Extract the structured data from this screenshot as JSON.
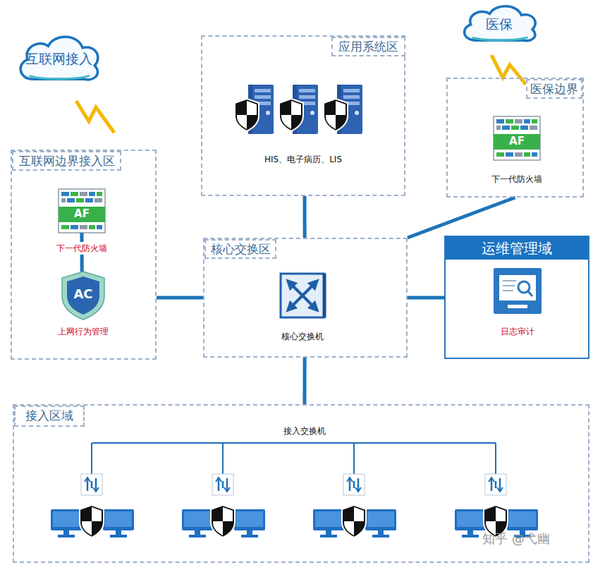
{
  "diagram": {
    "nodes": [
      {
        "text": [
          "互联网接入"
        ]
      },
      {
        "text": [
          "应用系统区",
          "HIS、电子病历、LIS"
        ]
      },
      {
        "text": [
          "医保"
        ]
      },
      {
        "text": [
          "医保边界"
        ]
      },
      {
        "text": [
          "AF",
          "下一代防火墙"
        ],
        "in": 3
      },
      {
        "text": [
          "互联网边界接入区"
        ]
      },
      {
        "text": [
          "AF",
          "下一代防火墙"
        ],
        "in": 5
      },
      {
        "text": [
          "AC",
          "上网行为管理"
        ],
        "in": 5
      },
      {
        "text": [
          "核心交换区"
        ]
      },
      {
        "text": [
          "核心交换机"
        ],
        "in": 8
      },
      {
        "text": [
          "运维管理域"
        ]
      },
      {
        "text": [
          "日志审计"
        ],
        "in": 10
      },
      {
        "text": [
          "接入区域",
          "接入交换机"
        ]
      }
    ],
    "edges": [
      {
        "from": 6,
        "to": 7,
        "arrow": "none"
      },
      {
        "from": 5,
        "to": 8,
        "arrow": "none"
      },
      {
        "from": 1,
        "to": 8,
        "arrow": "none"
      },
      {
        "from": 3,
        "to": 8,
        "arrow": "none"
      },
      {
        "from": 8,
        "to": 10,
        "arrow": "none"
      },
      {
        "from": 8,
        "to": 12,
        "arrow": "none"
      }
    ],
    "labels": [
      "知乎 @弋幽"
    ]
  }
}
